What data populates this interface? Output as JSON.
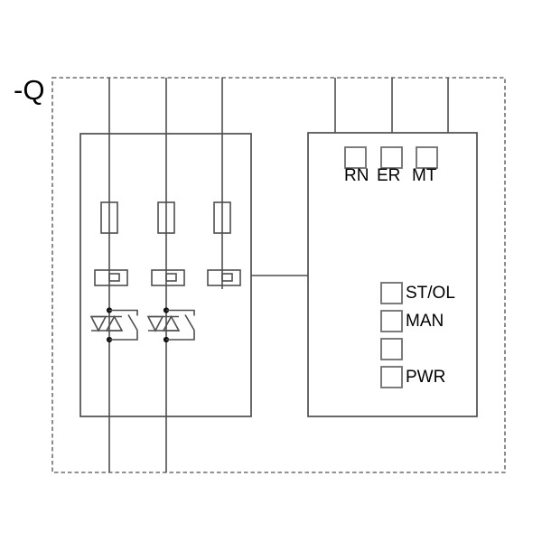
{
  "device_label": "-Q",
  "control_section": {
    "top_leds": [
      {
        "label": "RN"
      },
      {
        "label": "ER"
      },
      {
        "label": "MT"
      }
    ],
    "side_leds": [
      {
        "label": "ST/OL"
      },
      {
        "label": "MAN"
      },
      {
        "label": ""
      },
      {
        "label": "PWR"
      }
    ]
  },
  "symbols": [
    "fuse-symbol",
    "overload-detector-symbol",
    "antiparallel-thyristor-symbol",
    "bypass-contact-symbol",
    "junction-dot",
    "status-led-square"
  ],
  "colors": {
    "background": "#ffffff",
    "line": "#4e4e4e",
    "dashed_border": "#6f6f6f",
    "led_border": "#6e6e6e",
    "text": "#000000",
    "junction_dot": "#111111"
  }
}
